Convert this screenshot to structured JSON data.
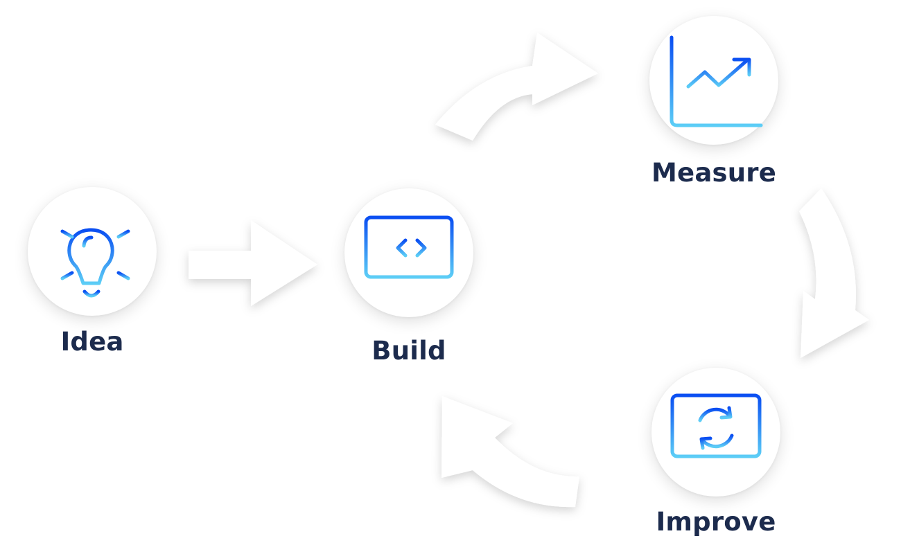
{
  "diagram": {
    "steps": [
      {
        "id": "idea",
        "label": "Idea",
        "icon": "lightbulb-icon"
      },
      {
        "id": "build",
        "label": "Build",
        "icon": "monitor-code-icon"
      },
      {
        "id": "measure",
        "label": "Measure",
        "icon": "growth-chart-icon"
      },
      {
        "id": "improve",
        "label": "Improve",
        "icon": "monitor-refresh-icon"
      }
    ],
    "connections": [
      {
        "from": "Idea",
        "to": "Build"
      },
      {
        "from": "Build",
        "to": "Measure"
      },
      {
        "from": "Measure",
        "to": "Improve"
      },
      {
        "from": "Improve",
        "to": "Build"
      }
    ],
    "colors": {
      "label": "#1c2b4d",
      "icon_gradient_top": "#0a4ef2",
      "icon_gradient_bottom": "#5ccdf6",
      "arrow_fill": "#ffffff",
      "background": "#ffffff"
    }
  }
}
